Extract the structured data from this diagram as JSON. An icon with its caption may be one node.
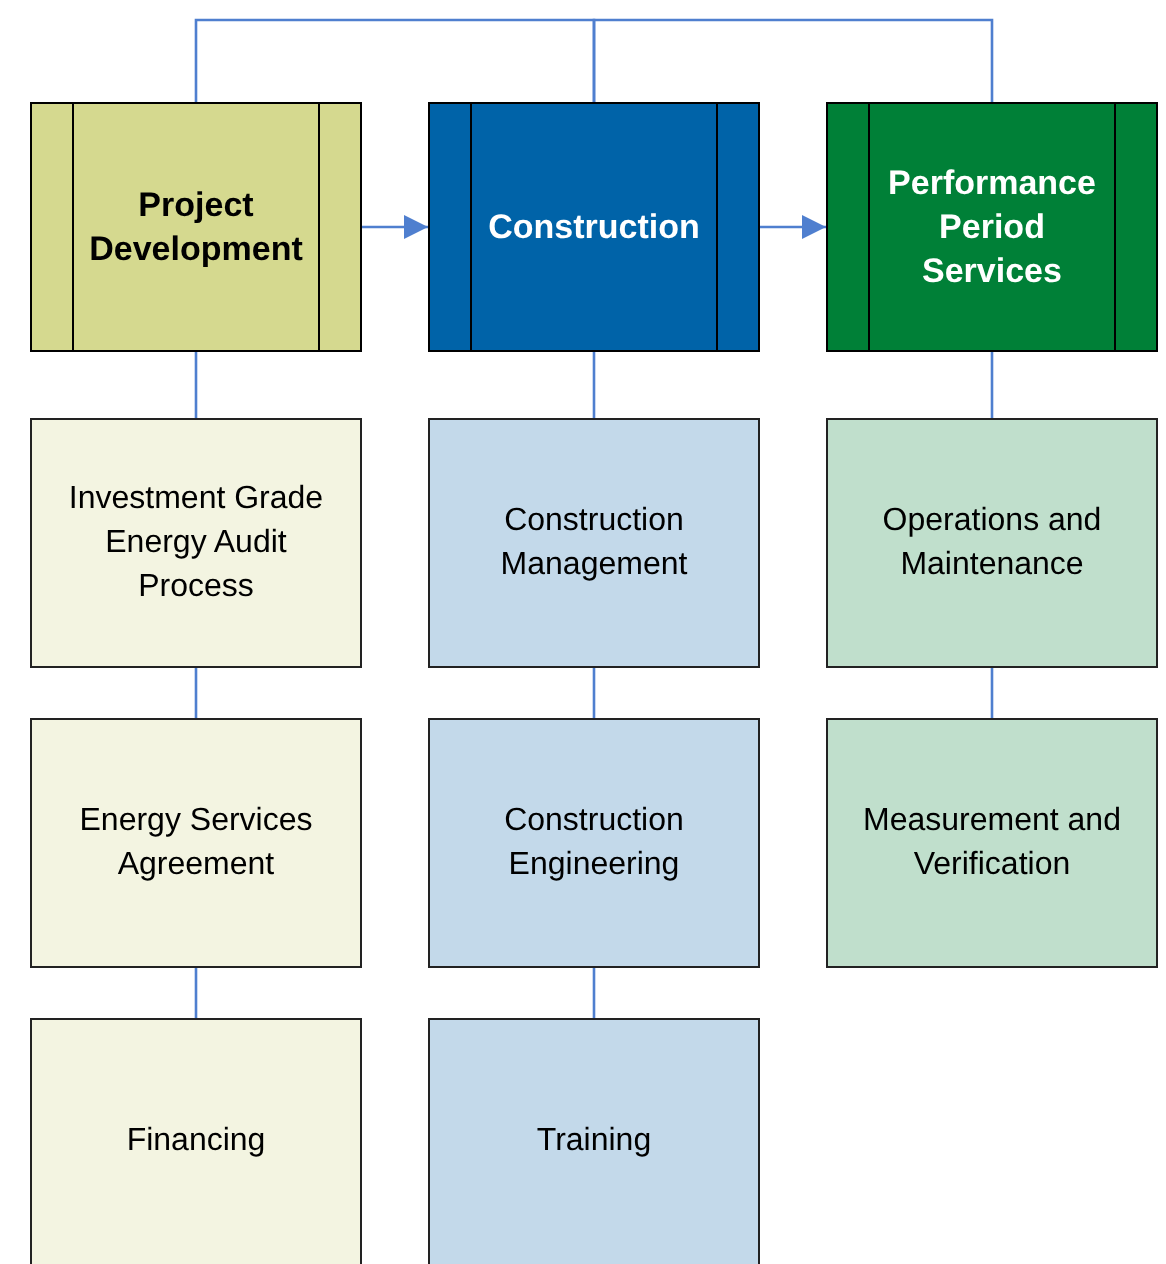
{
  "diagram": {
    "nodes": [
      {
        "text": [
          "Project Development"
        ]
      },
      {
        "text": [
          "Construction"
        ]
      },
      {
        "text": [
          "Performance Period Services"
        ]
      },
      {
        "text": [
          "Investment Grade Energy Audit Process"
        ]
      },
      {
        "text": [
          "Construction Management"
        ]
      },
      {
        "text": [
          "Operations and Maintenance"
        ]
      },
      {
        "text": [
          "Energy Services Agreement"
        ]
      },
      {
        "text": [
          "Construction Engineering"
        ]
      },
      {
        "text": [
          "Measurement and Verification"
        ]
      },
      {
        "text": [
          "Financing"
        ]
      },
      {
        "text": [
          "Training"
        ]
      }
    ],
    "edges": [
      {
        "from": 0,
        "to": 1,
        "arrow": "to"
      },
      {
        "from": 1,
        "to": 2,
        "arrow": "to"
      },
      {
        "from": 1,
        "to": 0,
        "arrow": "none"
      },
      {
        "from": 1,
        "to": 2,
        "arrow": "none"
      },
      {
        "from": 0,
        "to": 3,
        "arrow": "none"
      },
      {
        "from": 3,
        "to": 6,
        "arrow": "none"
      },
      {
        "from": 6,
        "to": 9,
        "arrow": "none"
      },
      {
        "from": 1,
        "to": 4,
        "arrow": "none"
      },
      {
        "from": 4,
        "to": 7,
        "arrow": "none"
      },
      {
        "from": 7,
        "to": 10,
        "arrow": "none"
      },
      {
        "from": 2,
        "to": 5,
        "arrow": "none"
      },
      {
        "from": 5,
        "to": 8,
        "arrow": "none"
      }
    ]
  }
}
